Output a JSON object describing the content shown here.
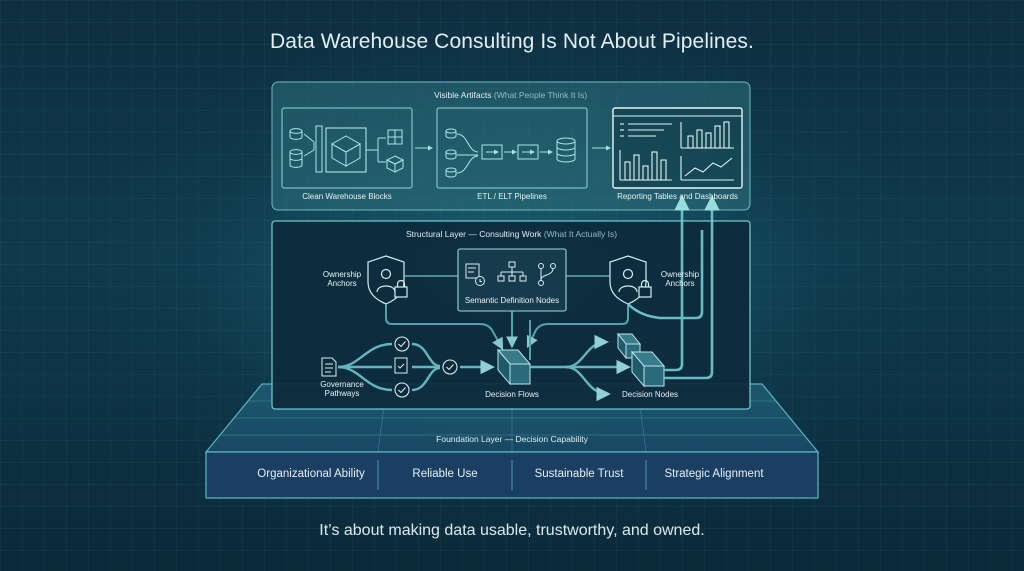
{
  "title": "Data Warehouse Consulting Is Not About Pipelines.",
  "subtitle": "It’s about making data usable, trustworthy, and owned.",
  "visible_layer": {
    "label": "Visible Artifacts",
    "label_muted": "(What People Think It Is)",
    "panels": [
      {
        "label": "Clean Warehouse Blocks"
      },
      {
        "label": "ETL / ELT Pipelines"
      },
      {
        "label": "Reporting Tables and Dashboards"
      }
    ]
  },
  "structural_layer": {
    "label": "Structural Layer — Consulting Work",
    "label_muted": "(What It Actually Is)",
    "ownership_left": [
      "Ownership",
      "Anchors"
    ],
    "ownership_right": [
      "Ownership",
      "Anchors"
    ],
    "semantic": "Semantic Definition Nodes",
    "governance": [
      "Governance",
      "Pathways"
    ],
    "decision_flows": "Decision Flows",
    "decision_nodes": "Decision Nodes"
  },
  "foundation_layer": {
    "label": "Foundation Layer — Decision Capability",
    "items": [
      "Organizational Ability",
      "Reliable Use",
      "Sustainable Trust",
      "Strategic Alignment"
    ]
  },
  "colors": {
    "teal_line": "#7fd3d8",
    "panel_fill": "#123c4e",
    "foundation_fill": "#17405e"
  },
  "icons": [
    "database-icon",
    "cube-icon",
    "arrow-icon",
    "shield-user-lock-icon",
    "calendar-clock-icon",
    "hierarchy-icon",
    "branch-icon",
    "document-icon",
    "check-circle-icon",
    "decision-cube-icon",
    "bar-chart-icon",
    "line-chart-icon"
  ]
}
